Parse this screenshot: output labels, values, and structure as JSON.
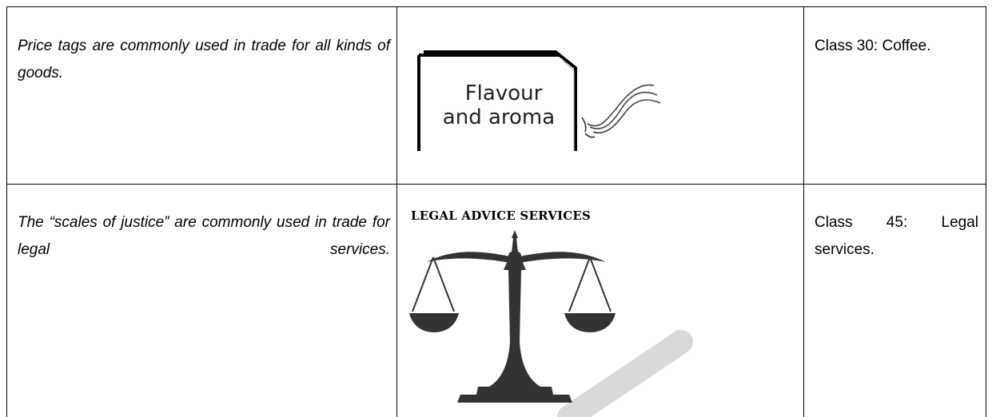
{
  "rows": [
    {
      "description": "Price tags are commonly used in trade for all kinds of goods.",
      "logo": {
        "text_line1": "Flavour",
        "text_line2": "and aroma",
        "icon": "price-tag-with-string"
      },
      "class_text": "Class 30: Coffee."
    },
    {
      "description": "The “scales of justice” are commonly used in trade for legal services.",
      "logo": {
        "title": "LEGAL ADVICE SERVICES",
        "icon": "scales-of-justice"
      },
      "class_text": "Class 45: Legal services."
    }
  ]
}
